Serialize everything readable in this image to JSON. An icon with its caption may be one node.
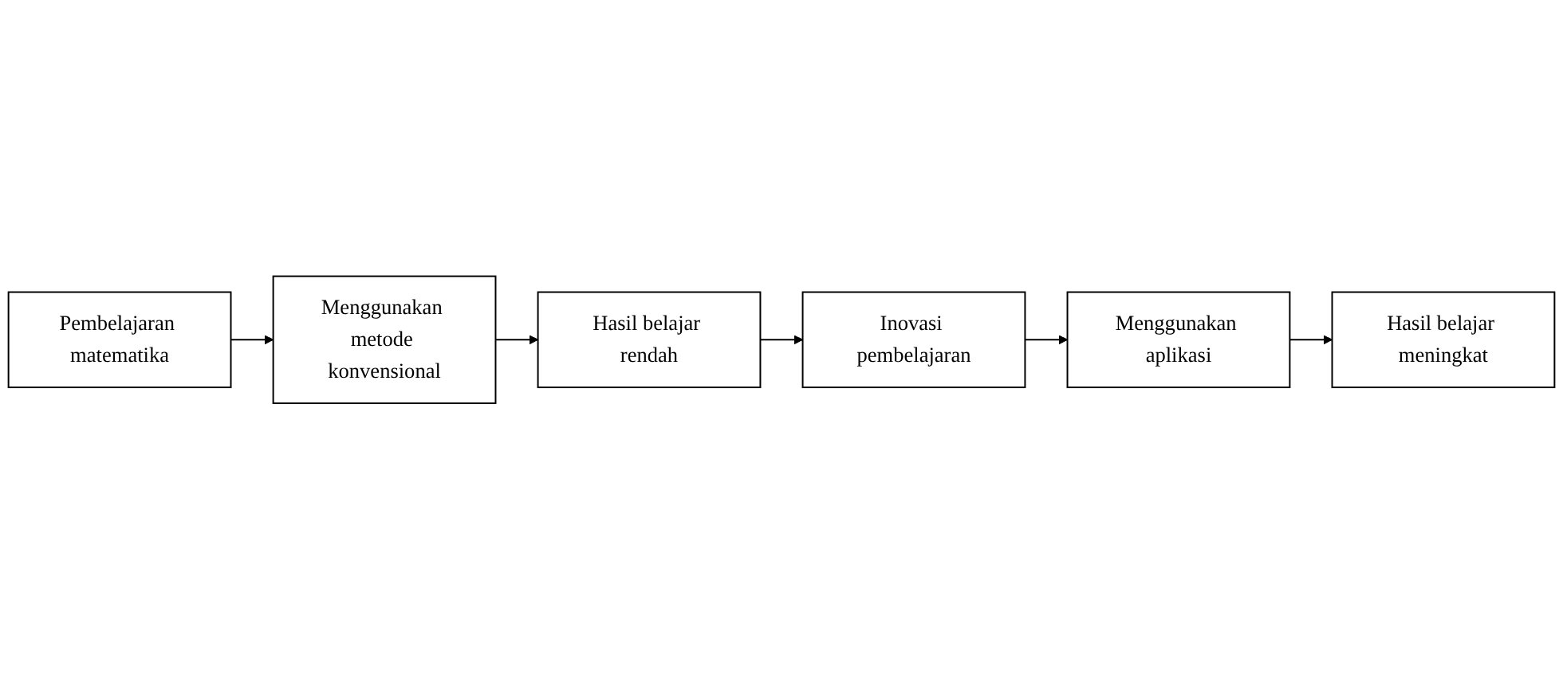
{
  "diagram": {
    "nodes": [
      {
        "text": [
          "Pembelajaran matematika"
        ]
      },
      {
        "text": [
          "Menggunakan metode konvensional"
        ]
      },
      {
        "text": [
          "Hasil belajar rendah"
        ]
      },
      {
        "text": [
          "Hasil belajar meningkat"
        ]
      },
      {
        "text": [
          "Menggunakan aplikasi"
        ]
      },
      {
        "text": [
          "Inovasi pembelajaran"
        ]
      }
    ],
    "edges": [
      {
        "from": 0,
        "to": 1,
        "arrow": "to"
      },
      {
        "from": 1,
        "to": 2,
        "arrow": "to"
      },
      {
        "from": 2,
        "to": 5,
        "arrow": "to"
      },
      {
        "from": 5,
        "to": 4,
        "arrow": "to"
      },
      {
        "from": 4,
        "to": 3,
        "arrow": "to"
      }
    ]
  }
}
